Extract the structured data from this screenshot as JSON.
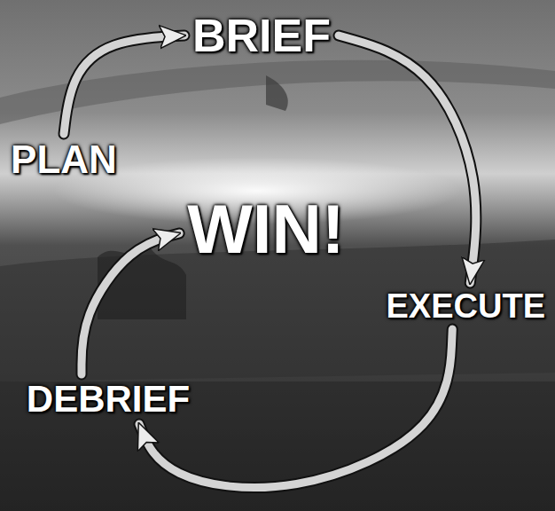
{
  "diagram": {
    "nodes": [
      {
        "text": [
          "PLAN"
        ]
      },
      {
        "text": [
          "BRIEF"
        ]
      },
      {
        "text": [
          "EXECUTE"
        ]
      },
      {
        "text": [
          "DEBRIEF"
        ]
      },
      {
        "text": [
          "WIN!"
        ]
      }
    ],
    "edges": [
      {
        "from": 0,
        "to": 1,
        "arrow": "to"
      },
      {
        "from": 1,
        "to": 2,
        "arrow": "to"
      },
      {
        "from": 2,
        "to": 3,
        "arrow": "to"
      },
      {
        "from": 3,
        "to": 4,
        "arrow": "to"
      }
    ]
  }
}
